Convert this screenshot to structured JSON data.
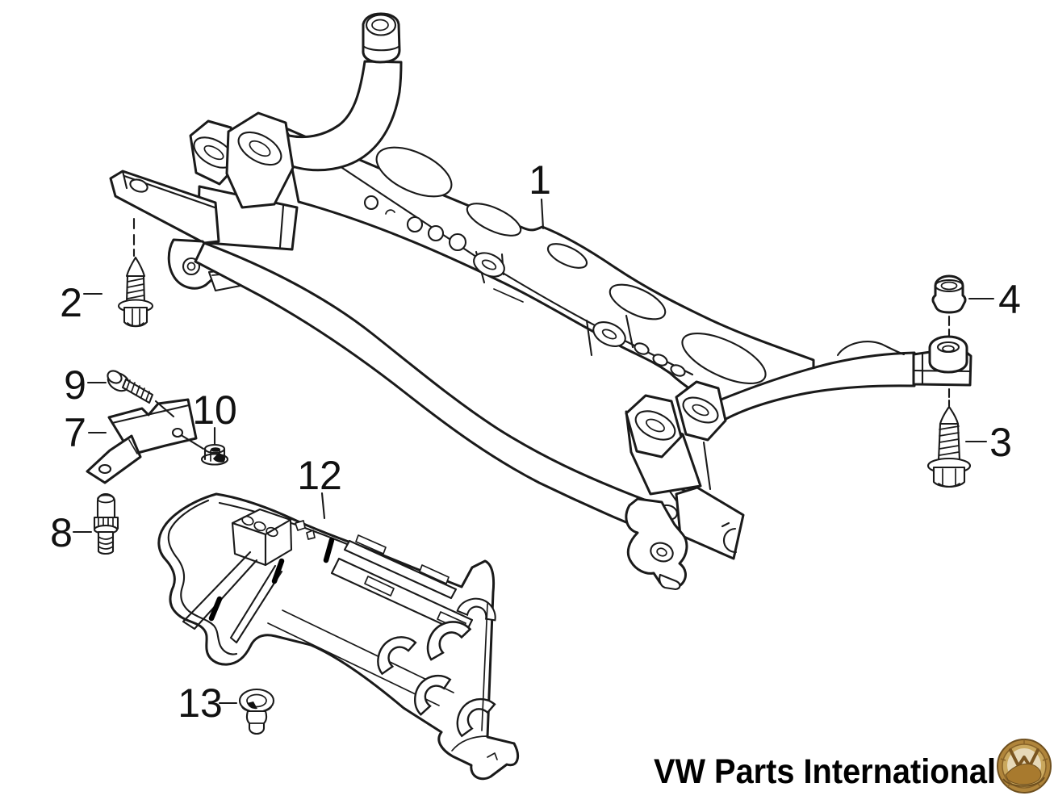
{
  "diagram": {
    "background": "#ffffff",
    "line_color": "#1a1a1a",
    "callouts": [
      {
        "label": "1"
      },
      {
        "label": "2"
      },
      {
        "label": "3"
      },
      {
        "label": "4"
      },
      {
        "label": "7"
      },
      {
        "label": "8"
      },
      {
        "label": "9"
      },
      {
        "label": "10"
      },
      {
        "label": "12"
      },
      {
        "label": "13"
      }
    ],
    "watermark": {
      "text": "VW Parts International",
      "text_color": "#000000",
      "logo_ring_color": "#b0853b",
      "logo_detail_color": "#6e4f1e"
    }
  }
}
